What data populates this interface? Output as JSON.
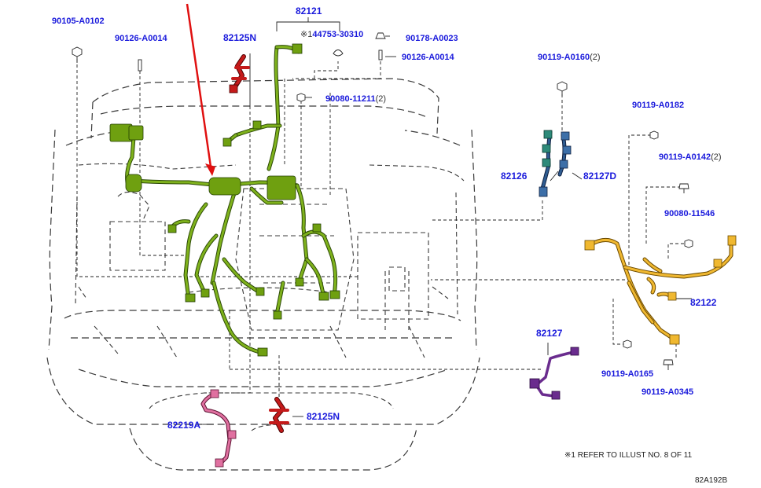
{
  "diagram_id": "82A192B",
  "footnote": "※1 REFER TO ILLUST NO. 8 OF 11",
  "colors": {
    "part_label": "#1a1adc",
    "engine_wire": "#7fb21c",
    "instrument_wire": "#f0b830",
    "injector_wire": "#2f5d92",
    "sensor_wire": "#6a2c8e",
    "horn_wire": "#e070a0",
    "clamp_wire": "#c41a1a",
    "highlight_arrow": "#e01010"
  },
  "parts": [
    {
      "id": "p_90105",
      "number": "90105-A0102",
      "qty": ""
    },
    {
      "id": "p_90126a",
      "number": "90126-A0014",
      "qty": ""
    },
    {
      "id": "p_82125n_top",
      "number": "82125N",
      "qty": ""
    },
    {
      "id": "p_82121",
      "number": "82121",
      "qty": ""
    },
    {
      "id": "p_44753",
      "number": "44753-30310",
      "prefix": "※1",
      "qty": ""
    },
    {
      "id": "p_90178",
      "number": "90178-A0023",
      "qty": ""
    },
    {
      "id": "p_90126b",
      "number": "90126-A0014",
      "qty": ""
    },
    {
      "id": "p_90080a",
      "number": "90080-11211",
      "qty": "(2)"
    },
    {
      "id": "p_90119_0160",
      "number": "90119-A0160",
      "qty": "(2)"
    },
    {
      "id": "p_82126",
      "number": "82126",
      "qty": ""
    },
    {
      "id": "p_82127d",
      "number": "82127D",
      "qty": ""
    },
    {
      "id": "p_90119_0182",
      "number": "90119-A0182",
      "qty": ""
    },
    {
      "id": "p_90119_0142",
      "number": "90119-A0142",
      "qty": "(2)"
    },
    {
      "id": "p_90080b",
      "number": "90080-11546",
      "qty": ""
    },
    {
      "id": "p_82122",
      "number": "82122",
      "qty": ""
    },
    {
      "id": "p_82127",
      "number": "82127",
      "qty": ""
    },
    {
      "id": "p_90119_0165",
      "number": "90119-A0165",
      "qty": ""
    },
    {
      "id": "p_90119_0345",
      "number": "90119-A0345",
      "qty": ""
    },
    {
      "id": "p_82219a",
      "number": "82219A",
      "qty": ""
    },
    {
      "id": "p_82125n_bot",
      "number": "82125N",
      "qty": ""
    }
  ]
}
